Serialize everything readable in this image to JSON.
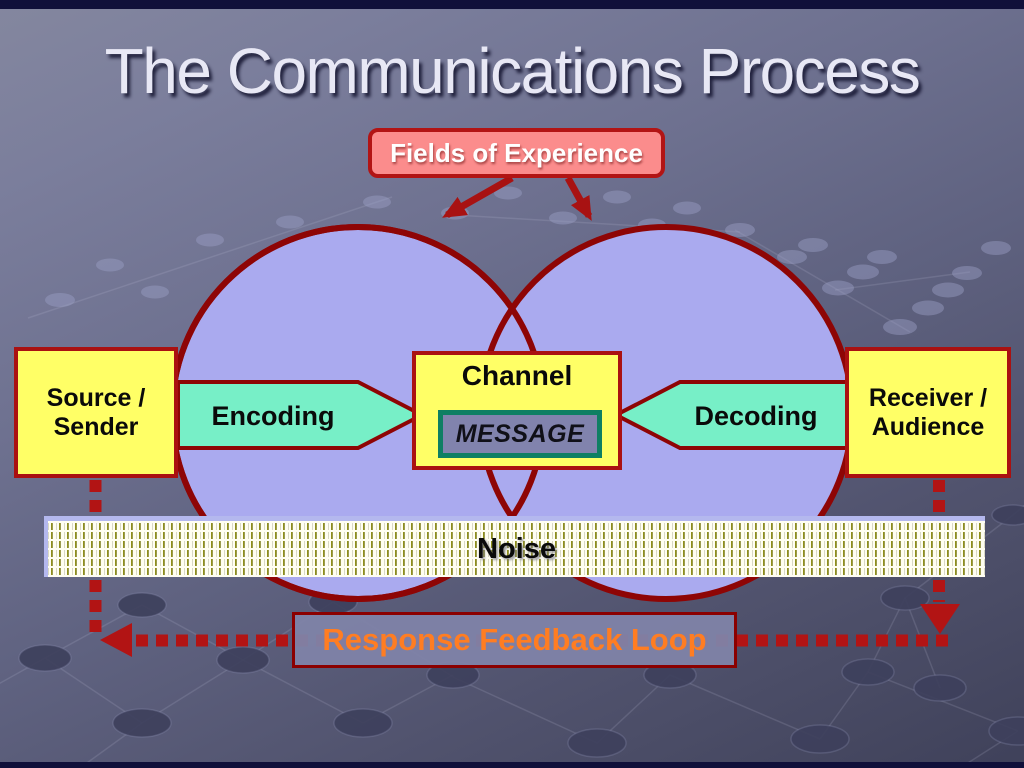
{
  "slide": {
    "title": "The Communications Process",
    "fields_box": "Fields of Experience",
    "source_line1": "Source /",
    "source_line2": "Sender",
    "encoding": "Encoding",
    "channel": "Channel",
    "message": "MESSAGE",
    "decoding": "Decoding",
    "receiver_line1": "Receiver /",
    "receiver_line2": "Audience",
    "noise": "Noise",
    "feedback_loop": "Response Feedback Loop"
  },
  "colors": {
    "dark_red_border": "#8B0000",
    "dotted_line_red": "#B21414",
    "box_yellow": "#FFFF66",
    "arrow_aqua": "#77EFC7",
    "circle_purple": "#AAAAEF",
    "fields_salmon": "#FB8C8C",
    "feedback_orange": "#FF7D22",
    "message_panel_fill": "#8183AD",
    "message_panel_border": "#0E7F63",
    "noise_base": "#FFFEF2",
    "background_top": "#84879F",
    "background_bottom": "#3F415A"
  }
}
